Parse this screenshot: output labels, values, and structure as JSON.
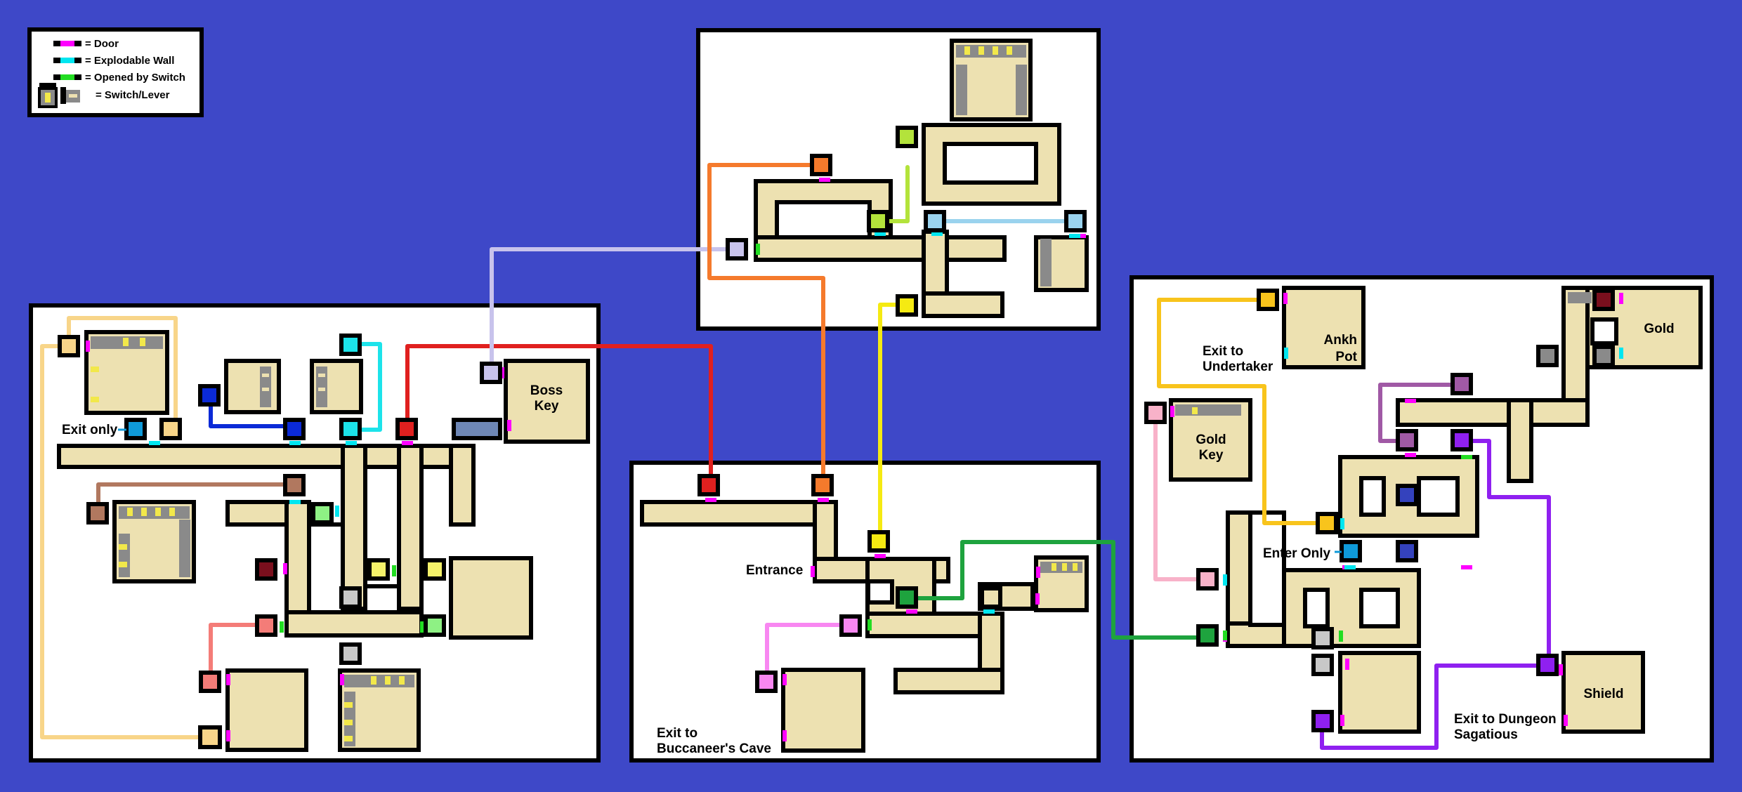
{
  "legend": {
    "door": "= Door",
    "explodable": "= Explodable Wall",
    "switch_opened": "= Opened by Switch",
    "lever": "= Switch/Lever"
  },
  "labels": {
    "exit_only": "Exit only",
    "boss_key_1": "Boss",
    "boss_key_2": "Key",
    "entrance": "Entrance",
    "exit_bucc_1": "Exit to",
    "exit_bucc_2": "Buccaneer's Cave",
    "exit_under_1": "Exit to",
    "exit_under_2": "Undertaker",
    "ankh_1": "Ankh",
    "ankh_2": "Pot",
    "gold": "Gold",
    "gold_key_1": "Gold",
    "gold_key_2": "Key",
    "enter_only": "Enter Only",
    "shield": "Shield",
    "exit_sag_1": "Exit to Dungeon",
    "exit_sag_2": "Sagatious"
  },
  "colors": {
    "background": "#3e48c8",
    "floor": "#ede1b1",
    "door": "#ff00ff",
    "explodable": "#00e6f0",
    "switch_opened": "#22dd22",
    "lever_body": "#f2e84a",
    "lever_grey": "#8a8a8a"
  }
}
